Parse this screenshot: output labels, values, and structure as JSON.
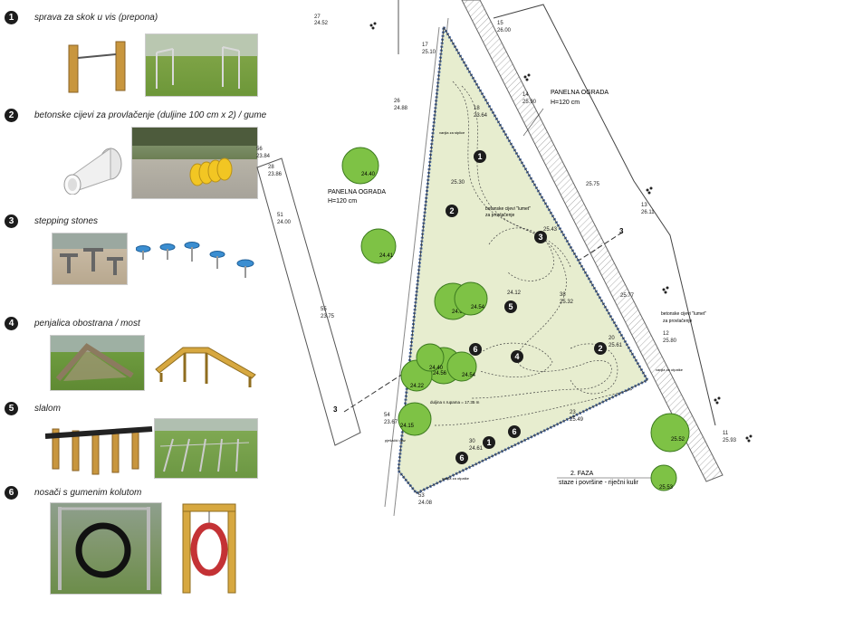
{
  "legend": [
    {
      "number": "1",
      "label": "sprava za skok u vis (prepona)"
    },
    {
      "number": "2",
      "label": "betonske cijevi za provlačenje (duljine 100 cm x 2) / gume"
    },
    {
      "number": "3",
      "label": "stepping stones"
    },
    {
      "number": "4",
      "label": "penjalica obostrana / most"
    },
    {
      "number": "5",
      "label": "slalom"
    },
    {
      "number": "6",
      "label": "nosači s gumenim kolutom"
    }
  ],
  "plan": {
    "fence_top": {
      "title": "PANELNA OGRADA",
      "height": "H=120 cm"
    },
    "fence_left": {
      "title": "PANELNA OGRADA",
      "height": "H=120 cm"
    },
    "pipes_top": {
      "line1": "betonske cijevi \"lumet\"",
      "line2": "za provlačenje"
    },
    "pipes_right": {
      "line1": "betonske cijevi \"lumet\"",
      "line2": "za provlačenje"
    },
    "phase": {
      "line1": "2. FAZA",
      "line2": "staze i površine - riječni kulir"
    },
    "markers": [
      "1",
      "2",
      "3",
      "5",
      "4",
      "6",
      "2",
      "1",
      "6",
      "6"
    ],
    "points": [
      {
        "id": "27",
        "elev": "24.52"
      },
      {
        "id": "15",
        "elev": "26.00"
      },
      {
        "id": "17",
        "elev": "25.10"
      },
      {
        "id": "14",
        "elev": "25.90"
      },
      {
        "id": "26",
        "elev": "24.88"
      },
      {
        "id": "18",
        "elev": "23.64"
      },
      {
        "id": "56",
        "elev": "23.84"
      },
      {
        "id": "28",
        "elev": "23.86"
      },
      {
        "id": "13",
        "elev": "26.11"
      },
      {
        "id": "51",
        "elev": "24.00"
      },
      {
        "id": "",
        "elev": "25.75"
      },
      {
        "id": "",
        "elev": "25.77"
      },
      {
        "id": "38",
        "elev": "25.32"
      },
      {
        "id": "20",
        "elev": "25.61"
      },
      {
        "id": "12",
        "elev": "25.80"
      },
      {
        "id": "55",
        "elev": "23.75"
      },
      {
        "id": "23",
        "elev": "25.49"
      },
      {
        "id": "30",
        "elev": "24.61"
      },
      {
        "id": "11",
        "elev": "25.93"
      },
      {
        "id": "54",
        "elev": "23.67"
      },
      {
        "id": "53",
        "elev": "24.08"
      },
      {
        "id": "",
        "elev": "24.12"
      },
      {
        "id": "",
        "elev": "25.30"
      },
      {
        "id": "",
        "elev": "25.43"
      }
    ],
    "trees": [
      {
        "elev": "24.40"
      },
      {
        "elev": "24.41"
      },
      {
        "elev": "24.64"
      },
      {
        "elev": "24.54"
      },
      {
        "elev": "24.56"
      },
      {
        "elev": "24.22"
      },
      {
        "elev": "24.40"
      },
      {
        "elev": "24.54"
      },
      {
        "elev": "24.15"
      },
      {
        "elev": "25.52"
      },
      {
        "elev": "25.53"
      }
    ],
    "notes": {
      "bin_top": "vanjia za stplice",
      "bin_bottom": "vanjia za otpatke",
      "bin_right": "vanjia za otpatke",
      "gate": "pješački ulaz",
      "path_len": "duljina s rupama = 17.35 m",
      "sections": [
        "3",
        "3"
      ]
    }
  }
}
